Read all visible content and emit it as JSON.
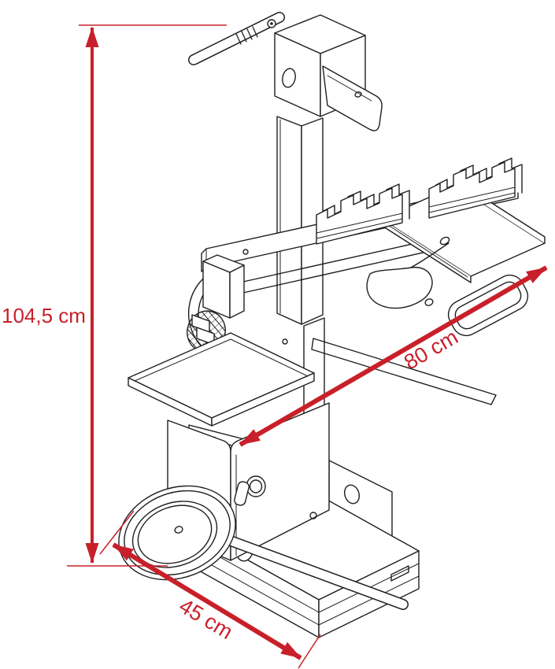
{
  "drawing": {
    "description": "Isometric technical line drawing of a vertical log splitter with red dimension arrows"
  },
  "dimensions": {
    "height": {
      "label": "104,5 cm"
    },
    "depth": {
      "label": "80 cm"
    },
    "width": {
      "label": "45 cm"
    }
  },
  "colors": {
    "background": "#ffffff",
    "line_art": "#1f1f1f",
    "dimension_red": "#c8202a"
  }
}
